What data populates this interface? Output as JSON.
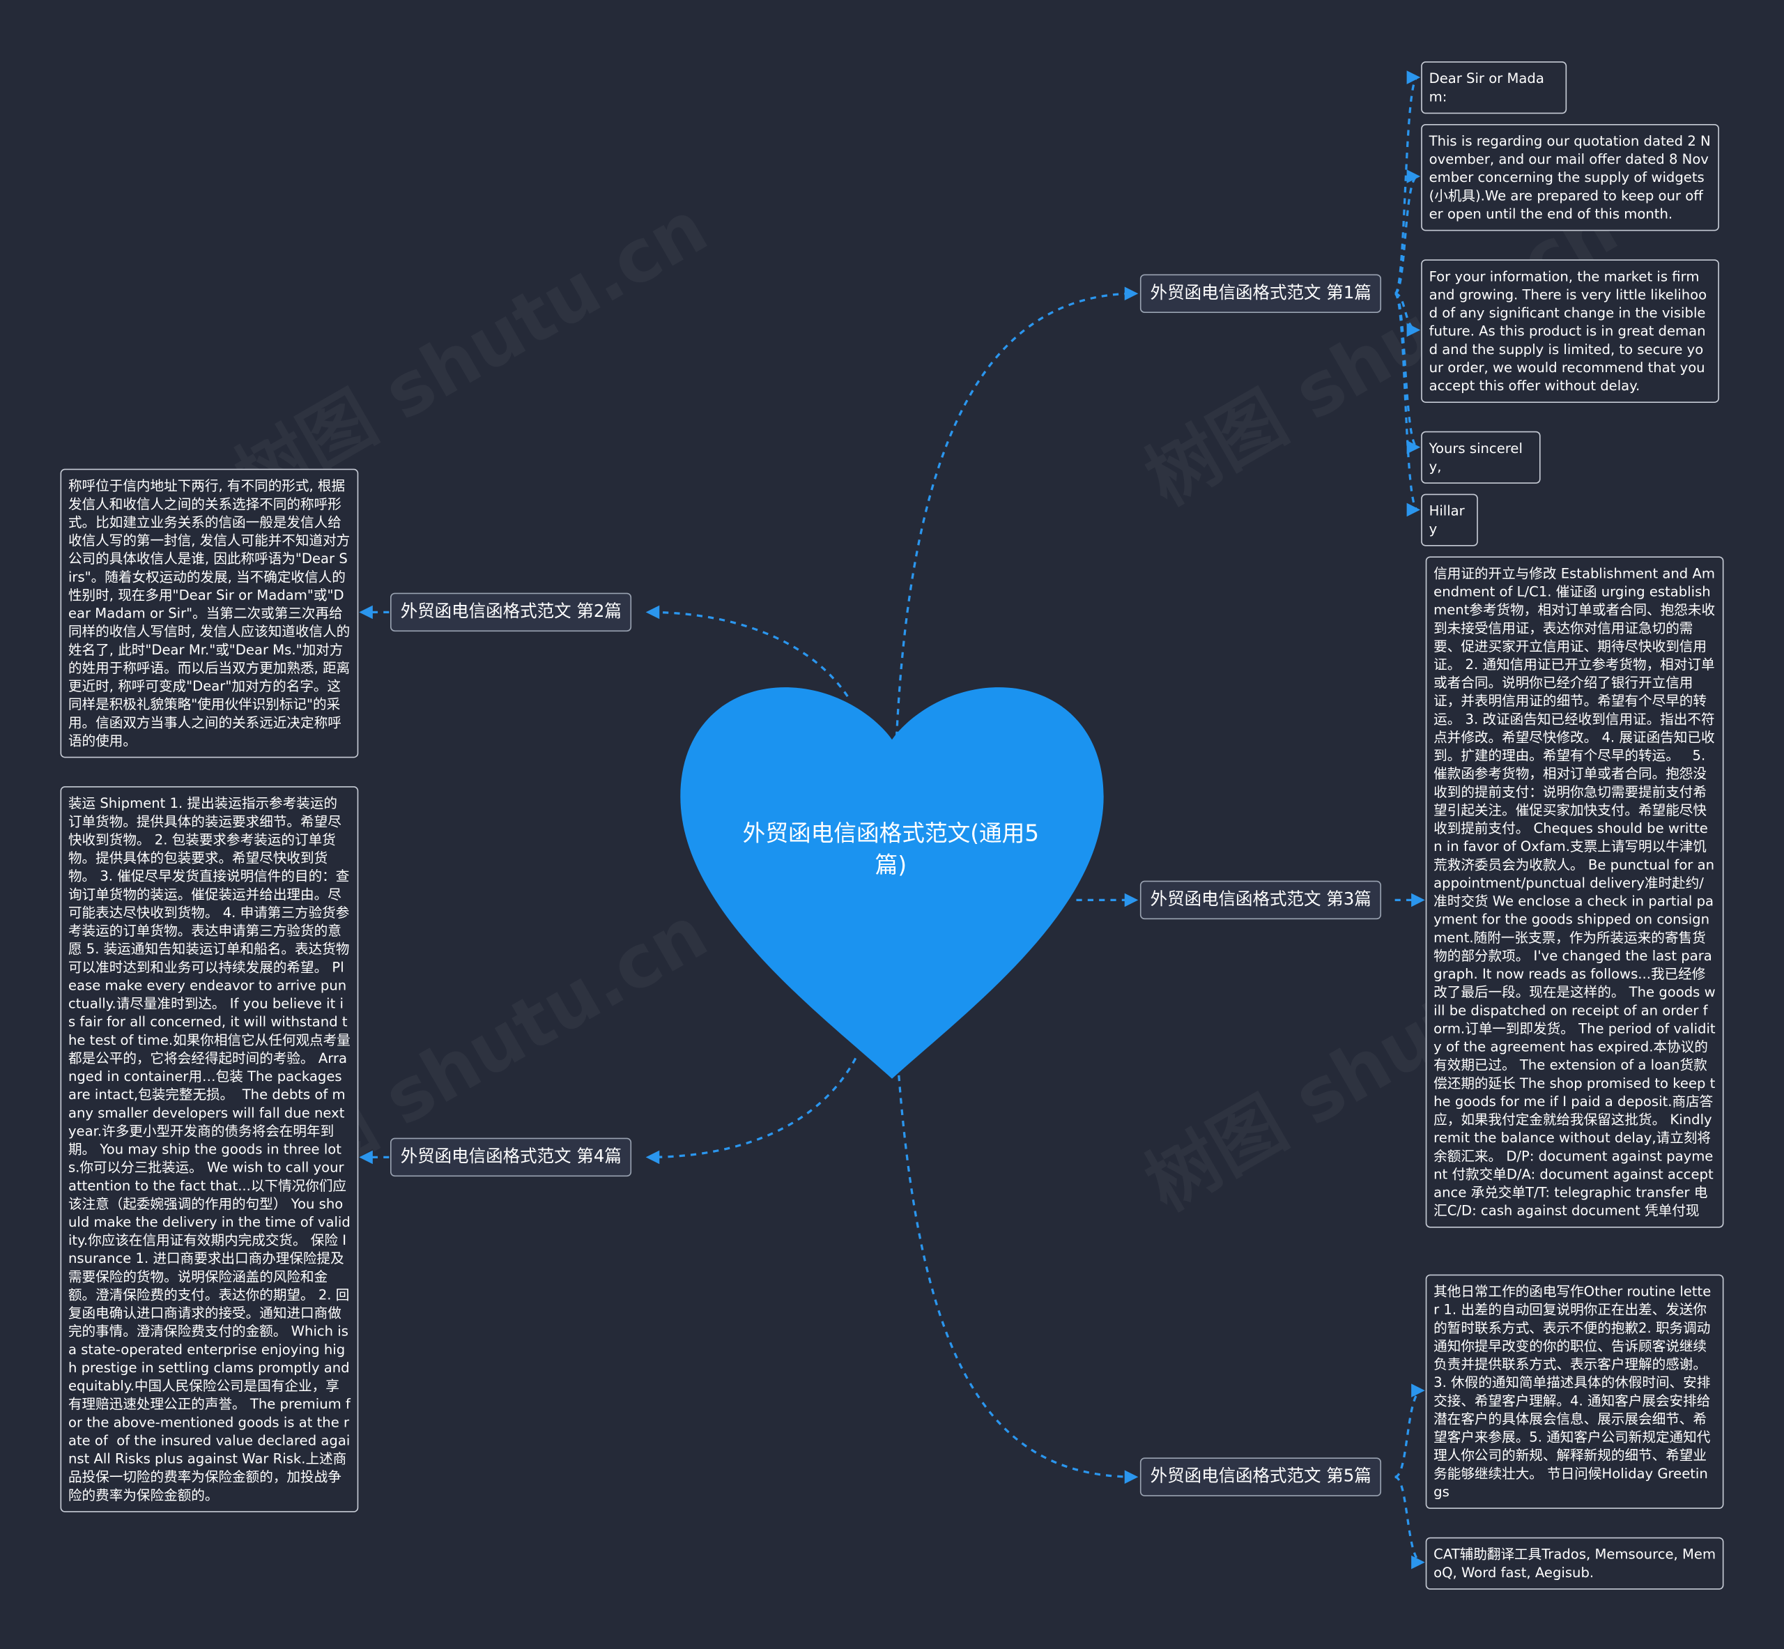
{
  "center": {
    "title": "外贸函电信函格式范文(通用5篇)"
  },
  "branches": [
    {
      "label": "外贸函电信函格式范文 第1篇"
    },
    {
      "label": "外贸函电信函格式范文 第2篇"
    },
    {
      "label": "外贸函电信函格式范文 第3篇"
    },
    {
      "label": "外贸函电信函格式范文 第4篇"
    },
    {
      "label": "外贸函电信函格式范文 第5篇"
    }
  ],
  "leaves": {
    "b1": [
      "Dear Sir or Madam:",
      "This is regarding our quotation dated 2 November, and our mail offer dated 8 November concerning the supply of widgets(小机具).We are prepared to keep our offer open until the end of this month.",
      "For your information, the market is firm and growing. There is very little likelihood of any significant change in the visible future. As this product is in great demand and the supply is limited, to secure your order, we would recommend that you accept this offer without delay.",
      "Yours sincerely,",
      "Hillary"
    ],
    "b2": "称呼位于信内地址下两行, 有不同的形式, 根据发信人和收信人之间的关系选择不同的称呼形式。比如建立业务关系的信函一般是发信人给收信人写的第一封信, 发信人可能并不知道对方公司的具体收信人是谁, 因此称呼语为\"Dear Sirs\"。随着女权运动的发展, 当不确定收信人的性别时, 现在多用\"Dear Sir or Madam\"或\"Dear Madam or Sir\"。当第二次或第三次再给同样的收信人写信时, 发信人应该知道收信人的姓名了, 此时\"Dear Mr.\"或\"Dear Ms.\"加对方的姓用于称呼语。而以后当双方更加熟悉, 距离更近时, 称呼可变成\"Dear\"加对方的名字。这同样是积极礼貌策略\"使用伙伴识别标记\"的采用。信函双方当事人之间的关系远近决定称呼语的使用。",
    "b3": "信用证的开立与修改 Establishment and Amendment of L/C1. 催证函 urging establishment参考货物，相对订单或者合同、抱怨未收到未接受信用证，表达你对信用证急切的需要、促进买家开立信用证、期待尽快收到信用证。 2. 通知信用证已开立参考货物，相对订单或者合同。说明你已经介绍了银行开立信用证，并表明信用证的细节。希望有个尽早的转运。 3. 改证函告知已经收到信用证。指出不符点并修改。希望尽快修改。 4. 展证函告知已收到。扩建的理由。希望有个尽早的转运。   5. 催款函参考货物，相对订单或者合同。抱怨没收到的提前支付：说明你急切需要提前支付希望引起关注。催促买家加快支付。希望能尽快收到提前支付。 Cheques should be written in favor of Oxfam.支票上请写明以牛津饥荒救济委员会为收款人。 Be punctual for an appointment/punctual delivery准时赴约/准时交货 We enclose a check in partial payment for the goods shipped on consignment.随附一张支票，作为所装运来的寄售货物的部分款项。 I've changed the last paragraph. It now reads as follows...我已经修改了最后一段。现在是这样的。 The goods will be dispatched on receipt of an order form.订单一到即发货。 The period of validity of the agreement has expired.本协议的有效期已过。 The extension of a loan货款偿还期的延长 The shop promised to keep the goods for me if I paid a deposit.商店答应，如果我付定金就给我保留这批货。 Kindly remit the balance without delay,请立刻将余额汇来。 D/P: document against payment 付款交单D/A: document against acceptance 承兑交单T/T: telegraphic transfer 电汇C/D: cash against document 凭单付现",
    "b4": "装运 Shipment 1. 提出装运指示参考装运的订单货物。提供具体的装运要求细节。希望尽快收到货物。 2. 包装要求参考装运的订单货物。提供具体的包装要求。希望尽快收到货物。 3. 催促尽早发货直接说明信件的目的：查询订单货物的装运。催促装运并给出理由。尽可能表达尽快收到货物。 4. 申请第三方验货参考装运的订单货物。表达申请第三方验货的意愿 5. 装运通知告知装运订单和船名。表达货物可以准时达到和业务可以持续发展的希望。 Please make every endeavor to arrive punctually.请尽量准时到达。 If you believe it is fair for all concerned, it will withstand the test of time.如果你相信它从任何观点考量都是公平的，它将会经得起时间的考验。 Arranged in container用…包装 The packages are intact,包装完整无损。  The debts of many smaller developers will fall due next year.许多更小型开发商的债务将会在明年到期。 You may ship the goods in three lots.你可以分三批装运。 We wish to call your attention to the fact that...以下情况你们应该注意（起委婉强调的作用的句型） You should make the delivery in the time of validity.你应该在信用证有效期内完成交货。 保险 Insurance 1. 进口商要求出口商办理保险提及需要保险的货物。说明保险涵盖的风险和金额。澄清保险费的支付。表达你的期望。 2. 回复函电确认进口商请求的接受。通知进口商做完的事情。澄清保险费支付的金额。 Which is a state-operated enterprise enjoying high prestige in settling clams promptly and equitably.中国人民保险公司是国有企业，享有理赔迅速处理公正的声誉。 The premium for the above-mentioned goods is at the rate of  of the insured value declared against All Risks plus against War Risk.上述商品投保一切险的费率为保险金额的，加投战争险的费率为保险金额的。",
    "b5": [
      "其他日常工作的函电写作Other routine letter 1. 出差的自动回复说明你正在出差、发送你的暂时联系方式、表示不便的抱歉2. 职务调动通知你提早改变的你的职位、告诉顾客说继续负责并提供联系方式、表示客户理解的感谢。3. 休假的通知简单描述具体的休假时间、安排交接、希望客户理解。4. 通知客户展会安排给潜在客户的具体展会信息、展示展会细节、希望客户来参展。5. 通知客户公司新规定通知代理人你公司的新规、解释新规的细节、希望业务能够继续壮大。 节日问候Holiday Greetings",
      "CAT辅助翻译工具Trados, Memsource, MemoQ, Word fast, Aegisub."
    ]
  },
  "watermark": "树图 shutu.cn",
  "colors": {
    "background": "#252a38",
    "heart": "#1b93f0",
    "connector": "#2b96ee"
  }
}
